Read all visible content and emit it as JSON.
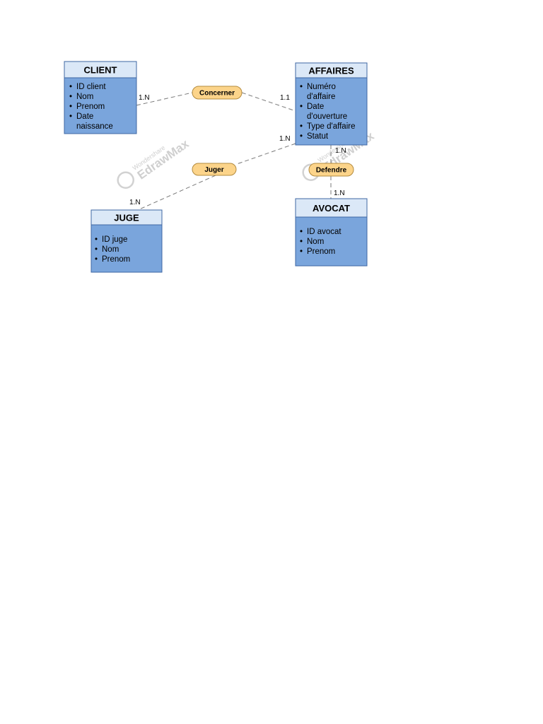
{
  "entities": {
    "client": {
      "title": "CLIENT",
      "attributes": [
        "ID client",
        "Nom",
        "Prenom",
        "Date",
        "naissance"
      ]
    },
    "affaires": {
      "title": "AFFAIRES",
      "attributes": [
        "Numéro",
        "d'affaire",
        "Date",
        "d'ouverture",
        "Type d'affaire",
        "Statut"
      ]
    },
    "juge": {
      "title": "JUGE",
      "attributes": [
        "ID juge",
        "Nom",
        "Prenom"
      ]
    },
    "avocat": {
      "title": "AVOCAT",
      "attributes": [
        "ID avocat",
        "Nom",
        "Prenom"
      ]
    }
  },
  "relations": {
    "concerner": {
      "label": "Concerner",
      "card_a": "1.N",
      "card_b": "1.1"
    },
    "juger": {
      "label": "Juger",
      "card_a": "1.N",
      "card_b": "1.N"
    },
    "defendre": {
      "label": "Defendre",
      "card_a": "1.N",
      "card_b": "1.N"
    }
  },
  "watermark": {
    "brand": "Wondershare",
    "product": "EdrawMax"
  },
  "colors": {
    "entity_header": "#dbe8f7",
    "entity_body": "#7aa5dc",
    "entity_border": "#3f67a3",
    "relation_fill": "#fcd48a",
    "relation_border": "#b38b3f",
    "line": "#7a7a7a"
  }
}
